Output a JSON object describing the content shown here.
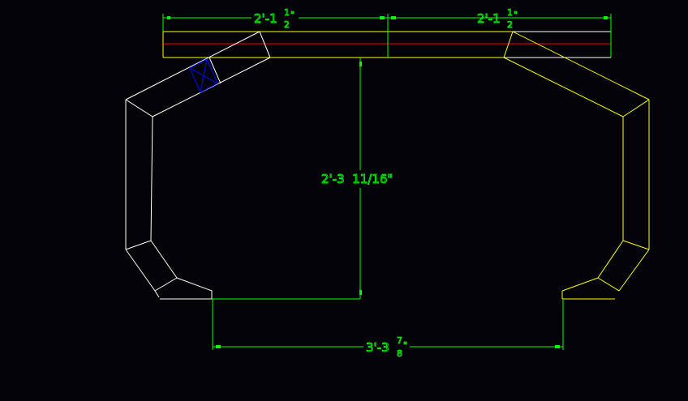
{
  "drawing": {
    "dimensions": {
      "top_left": {
        "whole": "2'-1",
        "num": "1",
        "den": "2",
        "unit": "\""
      },
      "top_right": {
        "whole": "2'-1",
        "num": "1",
        "den": "2",
        "unit": "\""
      },
      "vertical": {
        "text": "2'-3  11/16\""
      },
      "bottom": {
        "whole": "3'-3",
        "num": "7",
        "den": "8",
        "unit": "\""
      }
    },
    "colors": {
      "dimension": "#00ff00",
      "frame_left": "#ffffff",
      "frame_right": "#ffff00",
      "centerline": "#ff0000",
      "hatch": "#0000ff",
      "background": "#030308"
    }
  }
}
